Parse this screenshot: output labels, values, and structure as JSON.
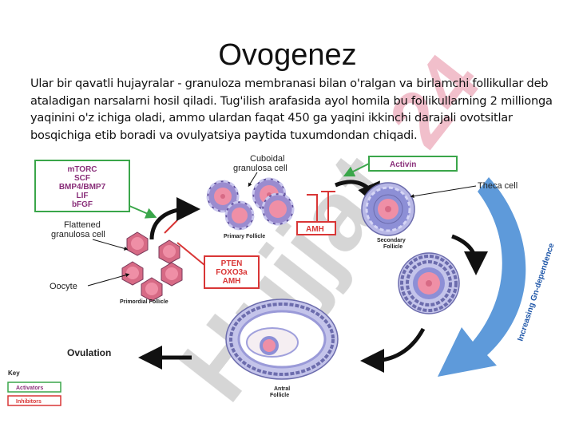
{
  "slide": {
    "title": "Ovogenez",
    "paragraph": "Ular bir qavatli hujayralar - granuloza membranasi bilan o'ralgan va birlamchi follikullar deb ataladigan narsalarni hosil qiladi. Tug'ilish arafasida ayol homila bu follikullarning 2 millionga yaqinini o'z ichiga oladi, ammo ulardan faqat 450 ga yaqini ikkinchi darajali ovotsitlar bosqichiga etib boradi va ovulyatsiya paytida tuxumdondan chiqadi."
  },
  "diagram": {
    "activators_box": [
      "mTORC",
      "SCF",
      "BMP4/BMP7",
      "LIF",
      "bFGF"
    ],
    "activin_label": "Activin",
    "inhibitor_amh": "AMH",
    "inhibitors_box": [
      "PTEN",
      "FOXO3a",
      "AMH"
    ],
    "labels": {
      "cuboidal": [
        "Cuboidal",
        "granulosa cell"
      ],
      "theca": "Theca cell",
      "flattened": [
        "Flattened",
        "granulosa cell"
      ],
      "oocyte": "Oocyte",
      "primary": "Primary Follicle",
      "secondary": [
        "Secondary",
        "Follicle"
      ],
      "primordial": "Primordial Follicle",
      "antral": [
        "Antral",
        "Follicle"
      ],
      "ovulation": "Ovulation",
      "gn": "Increasing Gn-dependence"
    },
    "key": {
      "title": "Key",
      "activators": "Activators",
      "inhibitors": "Inhibitors"
    },
    "watermark": [
      "Hujjat",
      "24"
    ],
    "colors": {
      "activator": "#3aa64a",
      "inhibitor": "#d93636",
      "oocyte": "#ef8fa6",
      "granulosa": "#8d8fd6",
      "gn_arrow": "#4d8fd6",
      "watermark": "#b5b5b5"
    }
  }
}
